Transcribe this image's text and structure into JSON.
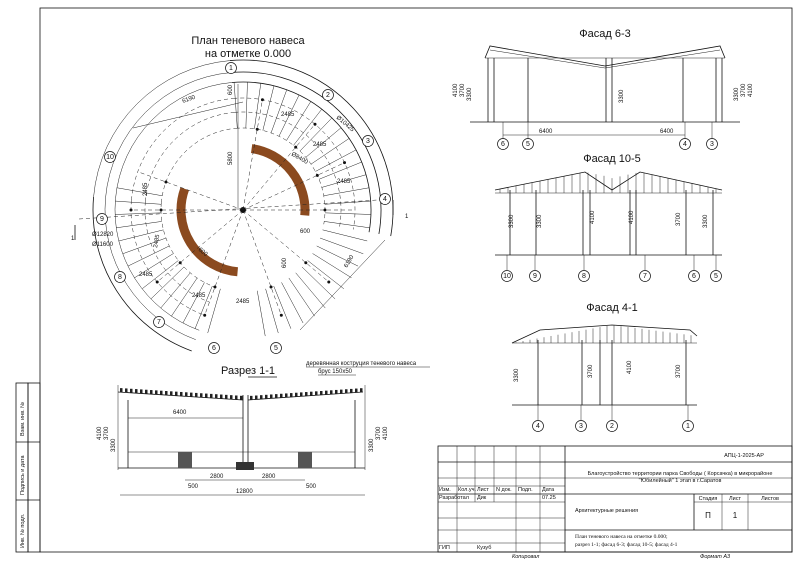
{
  "colors": {
    "wood": "#8b4a1f",
    "line": "#111111",
    "paper": "#ffffff"
  },
  "plan": {
    "title_line1": "План теневого навеса",
    "title_line2": "на отметке 0.000",
    "dims": [
      "6190",
      "6190",
      "5800",
      "600",
      "2485",
      "2485",
      "2485",
      "2485",
      "2485",
      "2485",
      "2485",
      "2485",
      "Ø10425",
      "Ø8400",
      "Ø12820",
      "Ø11600",
      "600",
      "600",
      "600"
    ],
    "axes": [
      "1",
      "2",
      "3",
      "4",
      "5",
      "6",
      "7",
      "8",
      "9",
      "10"
    ],
    "section_mark": "1"
  },
  "facade_63": {
    "title": "Фасад 6-3",
    "axes": [
      "6",
      "5",
      "4",
      "3"
    ],
    "dims": [
      "6400",
      "6400",
      "4100",
      "3700",
      "3300",
      "3300",
      "3300",
      "3700",
      "4100"
    ]
  },
  "facade_105": {
    "title": "Фасад 10-5",
    "axes": [
      "10",
      "9",
      "8",
      "7",
      "6",
      "5"
    ],
    "dims": [
      "3300",
      "3300",
      "4100",
      "4100",
      "3700",
      "3300"
    ]
  },
  "facade_41": {
    "title": "Фасад 4-1",
    "axes": [
      "4",
      "3",
      "2",
      "1"
    ],
    "dims": [
      "3300",
      "3700",
      "4100",
      "3700"
    ]
  },
  "section": {
    "title": "Разрез 1-1",
    "note1": "деревянная коструция теневого навеса",
    "note2": "брус 150х50",
    "dims": [
      "6400",
      "2800",
      "2800",
      "12800",
      "500",
      "500",
      "4100",
      "3700",
      "3300",
      "3300",
      "3700",
      "4100"
    ]
  },
  "side_stamp": [
    "Взам. инв. №",
    "Подпись и дата",
    "Инв. № подл."
  ],
  "titleblock": {
    "code": "АПЦ-1-2025-АР",
    "project": "Благоустройство территории парка Свободы ( Корсачка) в микрорайоне \"Юбилейный\" 1 этап в г.Саратов",
    "col_headers": [
      "Изм.",
      "Кол.уч.",
      "Лист",
      "N док.",
      "Подп.",
      "Дата"
    ],
    "developer_role": "Разработал",
    "developer_name": "Дик",
    "date": "07.25",
    "section_name": "Архитектурные решения",
    "stage_header": "Стадия",
    "sheet_header": "Лист",
    "sheets_header": "Листов",
    "stage": "П",
    "sheet": "1",
    "sheet_title": "План теневого навеса на отметке 0.000; разрез 1-1; фасад 6-3; фасад 10-5; фасад 4-1",
    "gip_role": "ГИП",
    "gip_name": "Кузуб",
    "copied": "Копировал",
    "format": "Формат А3"
  }
}
